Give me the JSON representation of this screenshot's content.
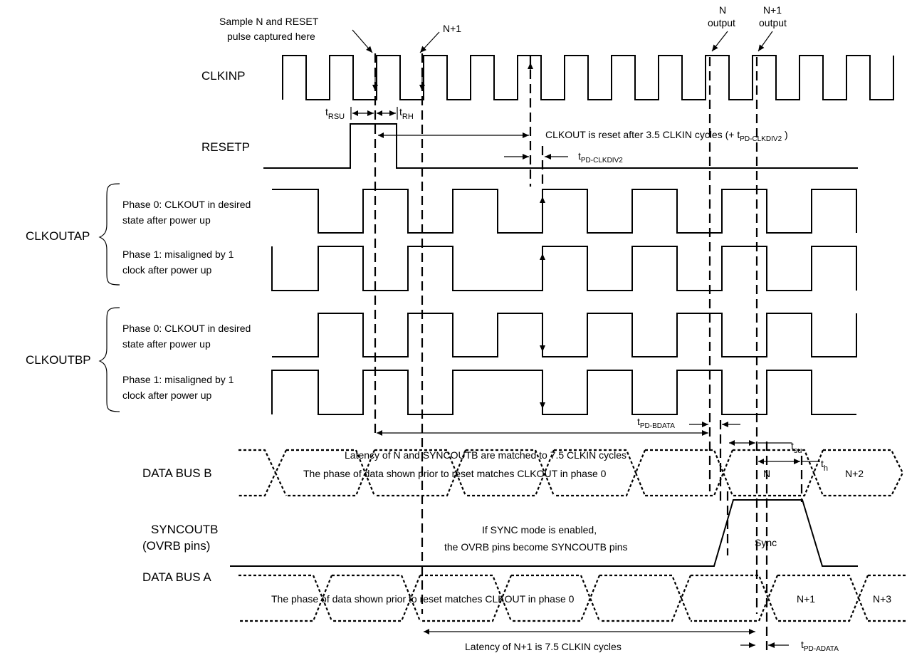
{
  "signals": {
    "clkinp": "CLKINP",
    "resetp": "RESETP",
    "clkoutap": "CLKOUTAP",
    "clkoutbp": "CLKOUTBP",
    "data_bus_b": "DATA BUS B",
    "syncoutb_line1": "SYNCOUTB",
    "syncoutb_line2": "(OVRB pins)",
    "data_bus_a": "DATA BUS A"
  },
  "phases": {
    "a_phase0_line1": "Phase 0: CLKOUT in desired",
    "a_phase0_line2": "state after power up",
    "a_phase1_line1": "Phase 1:  misaligned by 1",
    "a_phase1_line2": "clock after power up",
    "b_phase0_line1": "Phase 0: CLKOUT in desired",
    "b_phase0_line2": "state after power up",
    "b_phase1_line1": "Phase 1:  misaligned by 1",
    "b_phase1_line2": "clock after power up"
  },
  "callouts": {
    "sample_line1": "Sample N and RESET",
    "sample_line2": "pulse captured here",
    "n_plus_1": "N+1",
    "n_output_line1": "N",
    "n_output_line2": "output",
    "n1_output_line1": "N+1",
    "n1_output_line2": "output"
  },
  "timing": {
    "t_rsu_main": "t",
    "t_rsu_sub": "RSU",
    "t_rh_main": "t",
    "t_rh_sub": "RH",
    "clkout_reset_text": "CLKOUT is reset after 3.5 CLKIN cycles (+ ",
    "clkout_reset_t": "t",
    "clkout_reset_sub": "PD-CLKDIV2",
    "clkout_reset_close": " )",
    "tpd_clkdiv2_main": "t",
    "tpd_clkdiv2_sub": "PD-CLKDIV2",
    "tpd_bdata_main": "t",
    "tpd_bdata_sub": "PD-BDATA",
    "tsu_main": "t",
    "tsu_sub": "su",
    "th_main": "t",
    "th_sub": "h",
    "latency_n_syncoutb": "Latency of N and SYNCOUTB are matched to 7.5 CLKIN cycles",
    "latency_n1": "Latency of N+1 is 7.5 CLKIN cycles",
    "tpd_adata_main": "t",
    "tpd_adata_sub": "PD-ADATA"
  },
  "bus_text": {
    "bus_b_note": "The phase of data shown prior to reset matches CLKOUT in phase 0",
    "bus_b_n": "N",
    "bus_b_n2": "N+2",
    "sync_note_line1": "If SYNC mode is enabled,",
    "sync_note_line2": "the OVRB pins become SYNCOUTB pins",
    "sync_label": "Sync",
    "bus_a_note": "The phase of data shown prior to reset matches CLKOUT in phase 0",
    "bus_a_n1": "N+1",
    "bus_a_n3": "N+3"
  }
}
